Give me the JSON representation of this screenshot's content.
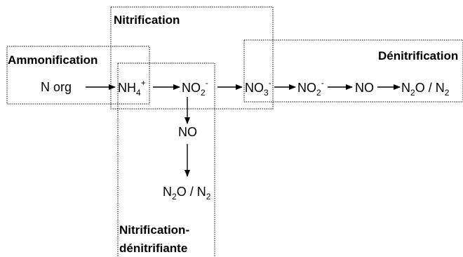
{
  "titles": {
    "ammonification": "Ammonification",
    "nitrification": "Nitrification",
    "denitrification": "Dénitrification",
    "nitrifier_denit_line1": "Nitrification-",
    "nitrifier_denit_line2": "dénitrifiante"
  },
  "species": {
    "n_org": "N org",
    "nh4": {
      "base": "NH",
      "sub": "4",
      "sup": "+"
    },
    "no2": {
      "base": "NO",
      "sub": "2",
      "sup": "-"
    },
    "no3": {
      "base": "NO",
      "sub": "3",
      "sup": "-"
    },
    "no": "NO",
    "n2o": {
      "n": "N",
      "sub": "2",
      "o": "O / N",
      "sub2": "2"
    }
  }
}
